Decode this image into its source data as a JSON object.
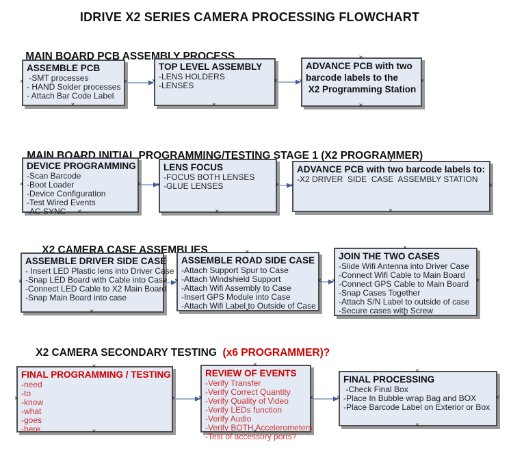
{
  "title": "IDRIVE X2  SERIES CAMERA PROCESSING FLOWCHART",
  "glyphs": {
    "handle": "×"
  },
  "colors": {
    "box_fill": "#e3eaf4",
    "box_border": "#4d4d4d",
    "box_shadow": "#999999",
    "arrow_line": "#8298ba",
    "arrow_head": "#3a5da0",
    "accent_red": "#cc0000",
    "red_item": "#cc3333"
  },
  "sections": [
    {
      "heading": "MAIN BOARD PCB ASSEMBLY PROCESS"
    },
    {
      "heading": "MAIN BOARD INITIAL PROGRAMMING/TESTING STAGE 1 (X2 PROGRAMMER)"
    },
    {
      "heading": "X2 CAMERA CASE ASSEMBLIES"
    },
    {
      "heading": "X2 CAMERA SECONDARY TESTING  ",
      "heading_accent": "(x6 PROGRAMMER)?"
    }
  ],
  "boxes": {
    "assemble_pcb": {
      "title": "ASSEMBLE PCB",
      "items": [
        " -SMT processes",
        "- HAND Solder processes",
        "- Attach Bar Code Label"
      ]
    },
    "top_level_assembly": {
      "title": "TOP LEVEL ASSEMBLY",
      "items": [
        "-LENS HOLDERS",
        "-LENSES"
      ]
    },
    "advance_pcb_1": {
      "lines": [
        "ADVANCE PCB with two",
        "barcode labels to the",
        " X2 Programming Station"
      ]
    },
    "device_programming": {
      "title": "DEVICE PROGRAMMING",
      "items": [
        "-Scan Barcode",
        "-Boot Loader",
        "-Device Configuration",
        "-Test Wired Events",
        "-AC SYNC"
      ]
    },
    "lens_focus": {
      "title": "LENS FOCUS",
      "items": [
        "-FOCUS BOTH LENSES",
        "-GLUE LENSES"
      ]
    },
    "advance_pcb_2": {
      "title": "ADVANCE PCB with two barcode labels to:",
      "items": [
        "-X2 DRIVER  SIDE  CASE  ASSEMBLY STATION"
      ]
    },
    "assemble_driver_side": {
      "title": "ASSEMBLE DRIVER SIDE CASE",
      "items": [
        "- Insert LED Plastic lens into Driver Case",
        "-Snap LED Board with Cable into Case",
        "-Connect LED Cable to X2 Main Board",
        "-Snap Main Board into case"
      ]
    },
    "assemble_road_side": {
      "title": "ASSEMBLE ROAD SIDE CASE",
      "items": [
        "-Attach Support Spur to Case",
        "-Attach Windshield Support",
        "-Attach Wifi Assembly to Case",
        "-Insert GPS Module into Case",
        "-Attach Wifi Label to Outside of Case"
      ]
    },
    "join_two_cases": {
      "title": "JOIN THE TWO CASES",
      "items": [
        "-Slide Wifi Antenna into Driver Case",
        "-Connect Wifi Cable to Main Board",
        "-Connect GPS Cable to Main Board",
        "-Snap Cases Together",
        "-Attach S/N Label to outside of case",
        "-Secure cases with Screw"
      ]
    },
    "final_programming": {
      "title": "FINAL PROGRAMMING / TESTING",
      "items": [
        "-need",
        "-to",
        "-know",
        "-what",
        "-goes",
        "-here"
      ]
    },
    "review_of_events": {
      "title": "REVIEW OF EVENTS",
      "items": [
        "-Verify Transfer",
        "-Verify Correct Quantity",
        "-Verify Quality of Video",
        "-Verify LEDs function",
        "-Verify Audio",
        "-Verify BOTH Accelerometers",
        "-Test of accessory ports?"
      ]
    },
    "final_processing": {
      "title": "FINAL PROCESSING",
      "items": [
        " -Check Final Box",
        "-Place In Bubble wrap Bag and BOX",
        "-Place Barcode Label on Exterior or Box"
      ]
    }
  }
}
